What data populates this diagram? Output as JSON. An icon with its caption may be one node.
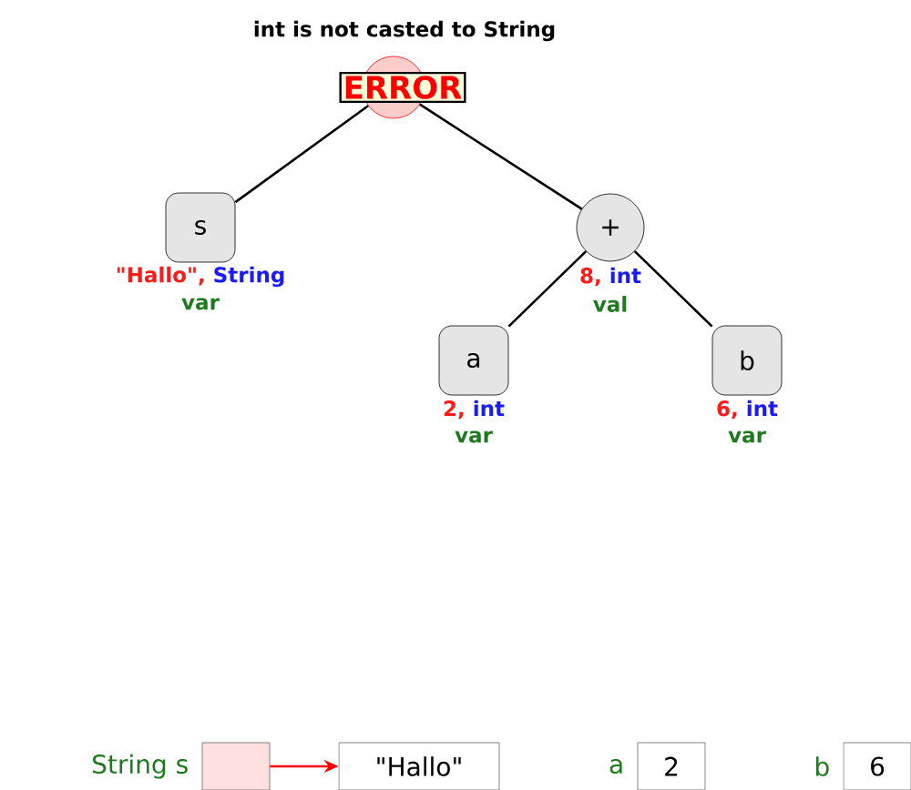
{
  "diagram": {
    "nodes": [
      {
        "text": [
          "ERROR"
        ],
        "beside": [
          "int is not casted to String"
        ]
      },
      {
        "text": [
          "s"
        ],
        "beside": [
          "\"Hallo\",",
          "String",
          "var"
        ]
      },
      {
        "text": [
          "+"
        ],
        "beside": [
          "8,",
          "int",
          "val"
        ]
      },
      {
        "text": [
          "a"
        ],
        "beside": [
          "2,",
          "int",
          "var"
        ]
      },
      {
        "text": [
          "b"
        ],
        "beside": [
          "6,",
          "int",
          "var"
        ]
      },
      {
        "text": [],
        "shape": "box",
        "beside": [
          "String s"
        ]
      },
      {
        "text": [
          "\"Hallo\""
        ]
      },
      {
        "text": [
          "2"
        ],
        "beside": [
          "a"
        ]
      },
      {
        "text": [
          "6"
        ],
        "beside": [
          "b"
        ]
      }
    ],
    "edges": [
      {
        "from": 0,
        "to": 1,
        "arrow": "none"
      },
      {
        "from": 0,
        "to": 2,
        "arrow": "none"
      },
      {
        "from": 2,
        "to": 3,
        "arrow": "none"
      },
      {
        "from": 2,
        "to": 4,
        "arrow": "none"
      },
      {
        "from": 5,
        "to": 6,
        "arrow": "to",
        "color": "#ff0000"
      }
    ]
  }
}
